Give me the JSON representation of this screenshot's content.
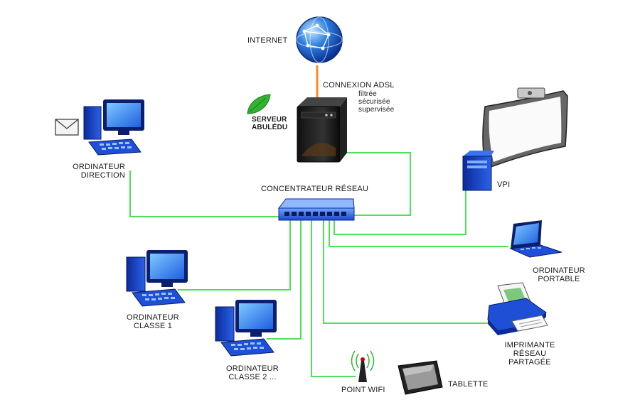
{
  "labels": {
    "internet": "INTERNET",
    "connexion": "CONNEXION ADSL",
    "connexion_details": [
      "filtrée",
      "sécurisée",
      "supervisée"
    ],
    "serveur": [
      "SERVEUR",
      "ABULÉDU"
    ],
    "ordinateur_direction": [
      "ORDINATEUR",
      "DIRECTION"
    ],
    "concentrateur": "CONCENTRATEUR RÉSEAU",
    "vpi": "VPI",
    "ordinateur_portable": [
      "ORDINATEUR",
      "PORTABLE"
    ],
    "ordinateur_classe1": [
      "ORDINATEUR",
      "CLASSE 1"
    ],
    "ordinateur_classe2": [
      "ORDINATEUR",
      "CLASSE 2 ..."
    ],
    "imprimante": [
      "IMPRIMANTE",
      "RÉSEAU",
      "PARTAGÉE"
    ],
    "point_wifi": "POINT WIFI",
    "tablette": "TABLETTE"
  },
  "colors": {
    "cable": "#4fe05a",
    "adsl_link": "#ff8c1a",
    "device_blue": "#1e4fd6",
    "device_dark": "#0c1f6e",
    "server": "#1c1c1c",
    "leaf": "#2fb52f"
  },
  "icons": {
    "internet": "globe-icon",
    "serveur": "server-icon",
    "leaf": "leaf-icon",
    "mail": "envelope-icon",
    "hub": "network-hub-icon",
    "vpi": "interactive-whiteboard-icon",
    "portable": "laptop-icon",
    "imprimante": "printer-icon",
    "wifi": "wifi-antenna-icon",
    "tablette": "tablet-icon"
  }
}
